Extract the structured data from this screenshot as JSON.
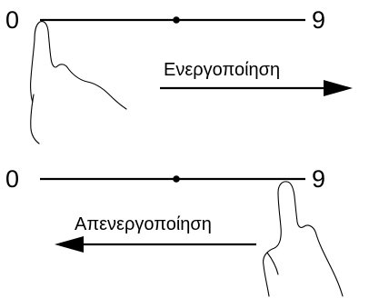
{
  "top_slider": {
    "min_label": "0",
    "max_label": "9",
    "action_label": "Ενεργοποίηση",
    "direction": "right"
  },
  "bottom_slider": {
    "min_label": "0",
    "max_label": "9",
    "action_label": "Απενεργοποίηση",
    "direction": "left"
  }
}
